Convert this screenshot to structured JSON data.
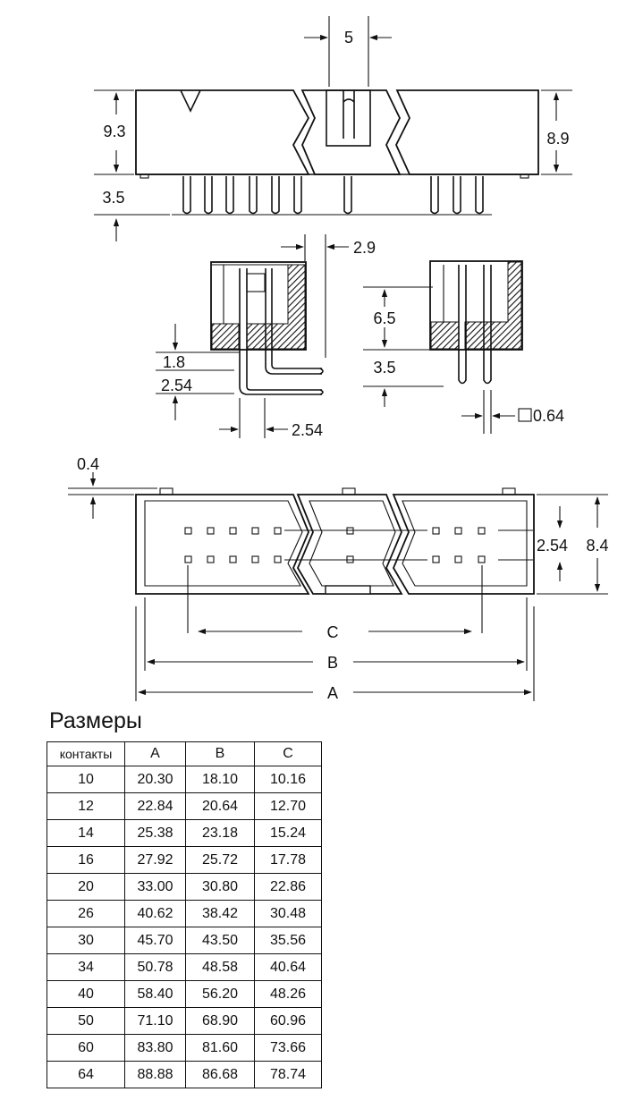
{
  "drawing": {
    "labels": {
      "d5": "5",
      "d9_3": "9.3",
      "d8_9": "8.9",
      "d3_5_top": "3.5",
      "d2_9": "2.9",
      "d1_8": "1.8",
      "d2_54_side": "2.54",
      "d2_54_bottom": "2.54",
      "d6_5": "6.5",
      "d3_5_side": "3.5",
      "d0_64": "0.64",
      "d0_4": "0.4",
      "d2_54_pitch": "2.54",
      "d8_4": "8.4",
      "dimC": "C",
      "dimB": "B",
      "dimA": "A"
    }
  },
  "dimensions_table": {
    "title": "Размеры",
    "headers": [
      "контакты",
      "A",
      "B",
      "C"
    ],
    "rows": [
      [
        "10",
        "20.30",
        "18.10",
        "10.16"
      ],
      [
        "12",
        "22.84",
        "20.64",
        "12.70"
      ],
      [
        "14",
        "25.38",
        "23.18",
        "15.24"
      ],
      [
        "16",
        "27.92",
        "25.72",
        "17.78"
      ],
      [
        "20",
        "33.00",
        "30.80",
        "22.86"
      ],
      [
        "26",
        "40.62",
        "38.42",
        "30.48"
      ],
      [
        "30",
        "45.70",
        "43.50",
        "35.56"
      ],
      [
        "34",
        "50.78",
        "48.58",
        "40.64"
      ],
      [
        "40",
        "58.40",
        "56.20",
        "48.26"
      ],
      [
        "50",
        "71.10",
        "68.90",
        "60.96"
      ],
      [
        "60",
        "83.80",
        "81.60",
        "73.66"
      ],
      [
        "64",
        "88.88",
        "86.68",
        "78.74"
      ]
    ]
  }
}
